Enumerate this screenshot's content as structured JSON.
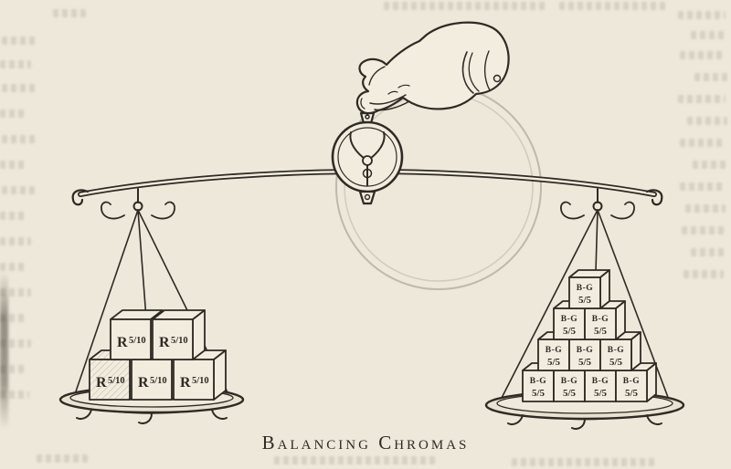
{
  "figure": {
    "caption": "Balancing Chromas"
  },
  "left_pan": {
    "block_letter": "R",
    "block_fraction": "5/10",
    "block_count": 5
  },
  "right_pan": {
    "block_letter": "B-G",
    "block_fraction": "5/5",
    "block_count": 10
  },
  "colors": {
    "paper": "#ede8d9",
    "ink": "#2e2a24"
  }
}
